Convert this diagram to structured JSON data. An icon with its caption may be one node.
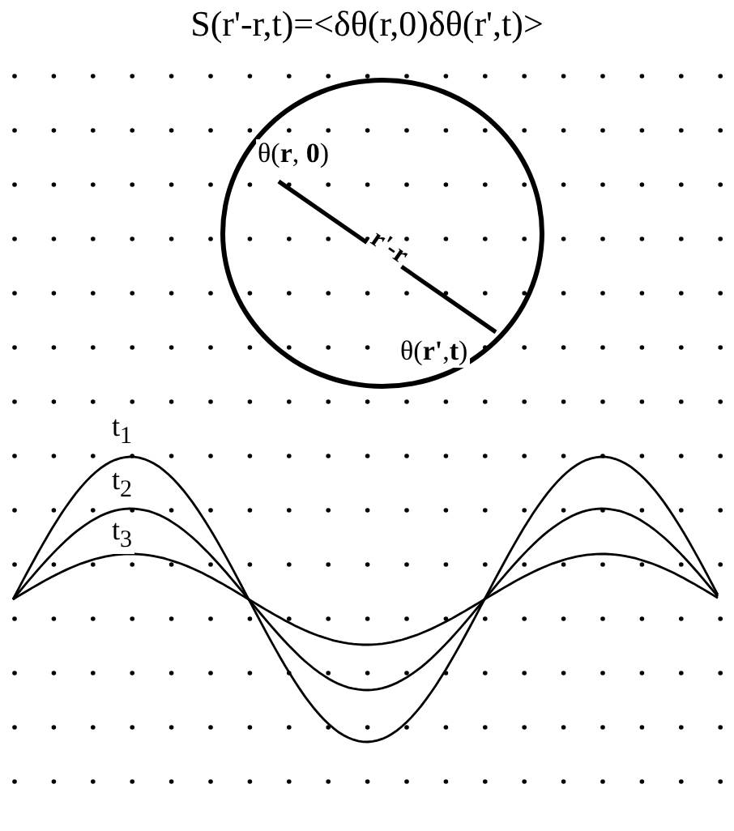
{
  "diagram": {
    "title": "S(r'-r,t)=<δθ(r,0)δθ(r',t)>",
    "nodes": [
      {
        "text": [],
        "shape": "circle"
      },
      {
        "text": [
          "θ(**r**, **0**)"
        ],
        "in": 0
      },
      {
        "text": [
          "θ(**r'**,**t**)"
        ],
        "in": 0
      }
    ],
    "edges": [
      {
        "from": 1,
        "to": 2,
        "arrow": "none",
        "label": "r'-r"
      }
    ],
    "labels": [
      "t$_{1}$",
      "t$_{2}$",
      "t$_{3}$"
    ]
  }
}
